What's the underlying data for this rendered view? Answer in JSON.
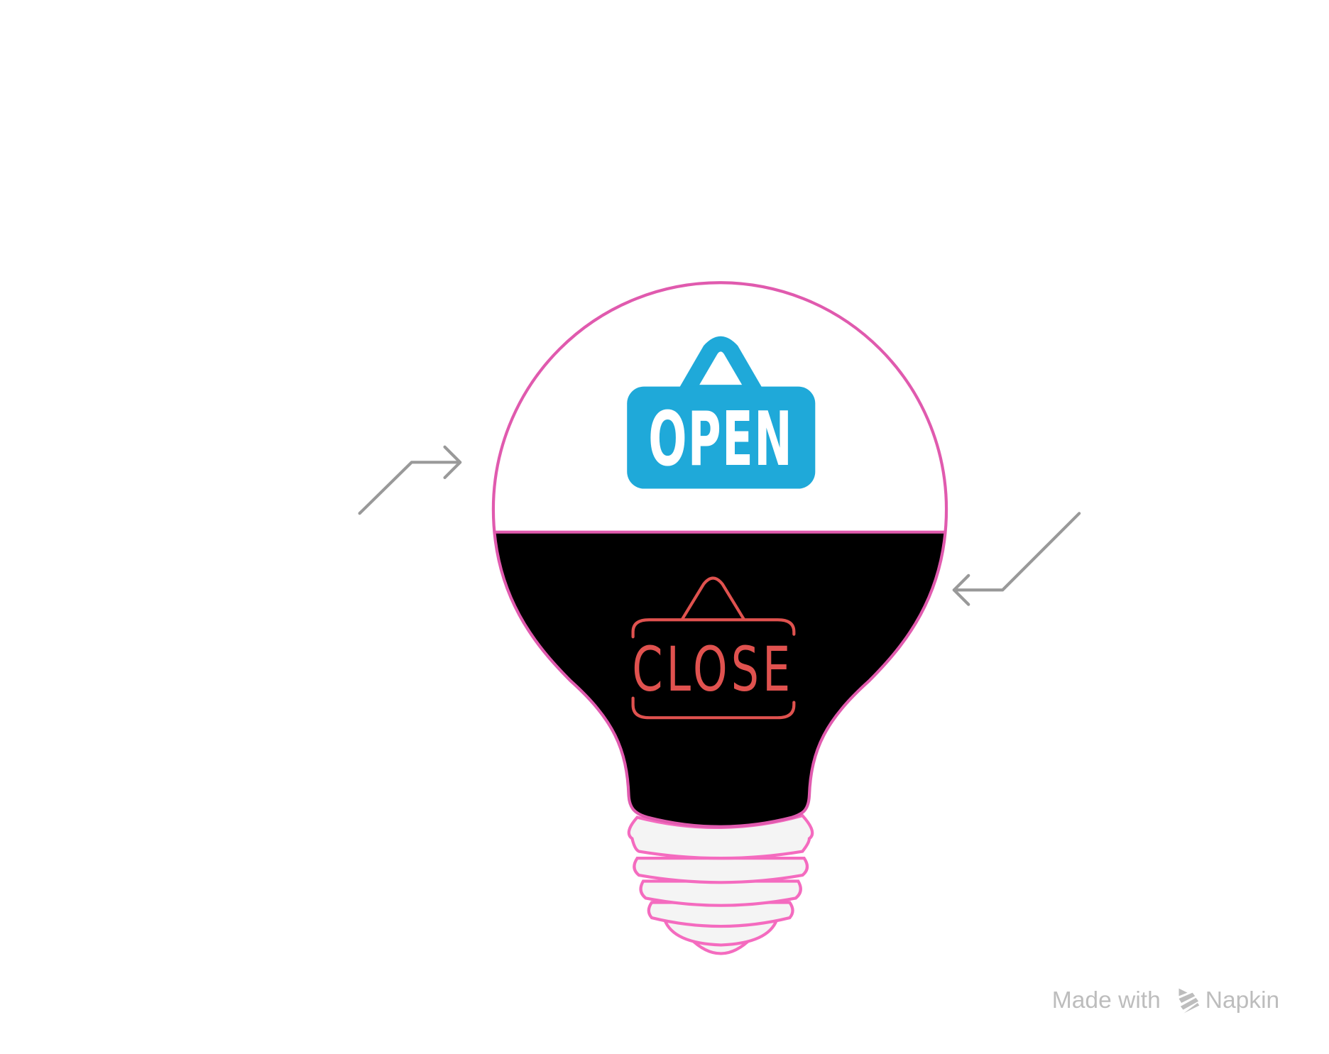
{
  "diagram": {
    "open_sign": {
      "label": "OPEN",
      "color": "#1fa9d9"
    },
    "close_sign": {
      "label": "CLOSE",
      "color": "#e0524f"
    },
    "bulb": {
      "outline_color": "#e05aae",
      "base_color": "#f46bbf",
      "lower_fill": "#000000"
    },
    "arrow_color": "#999999"
  },
  "watermark": {
    "prefix": "Made with",
    "brand": "Napkin"
  }
}
